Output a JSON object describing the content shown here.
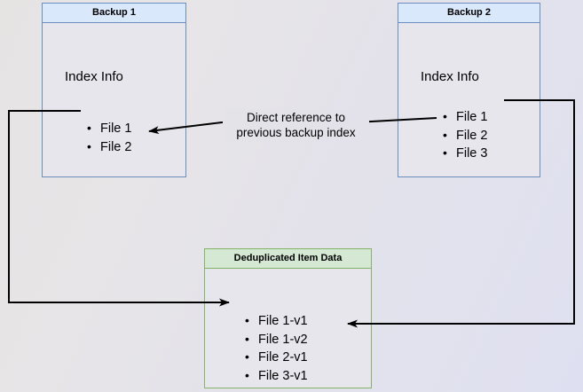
{
  "diagram": {
    "title_visible": false,
    "colors": {
      "blue_header_fill": "#dae8fc",
      "blue_border": "#6c8ebf",
      "green_header_fill": "#d5e8d4",
      "green_border": "#82b366",
      "body_fill": "#e6e6ec",
      "edge_stroke": "#000000",
      "background": "#e4e3ea"
    },
    "nodes": {
      "backup1": {
        "header": "Backup 1",
        "section_label": "Index Info",
        "items": [
          "File 1",
          "File 2"
        ]
      },
      "backup2": {
        "header": "Backup 2",
        "section_label": "Index Info",
        "items": [
          "File 1",
          "File 2",
          "File 3"
        ]
      },
      "dedup": {
        "header": "Deduplicated Item Data",
        "items": [
          "File 1-v1",
          "File 1-v2",
          "File 2-v1",
          "File 3-v1"
        ]
      }
    },
    "edges": {
      "reference_label": "Direct reference to\nprevious backup index"
    }
  }
}
